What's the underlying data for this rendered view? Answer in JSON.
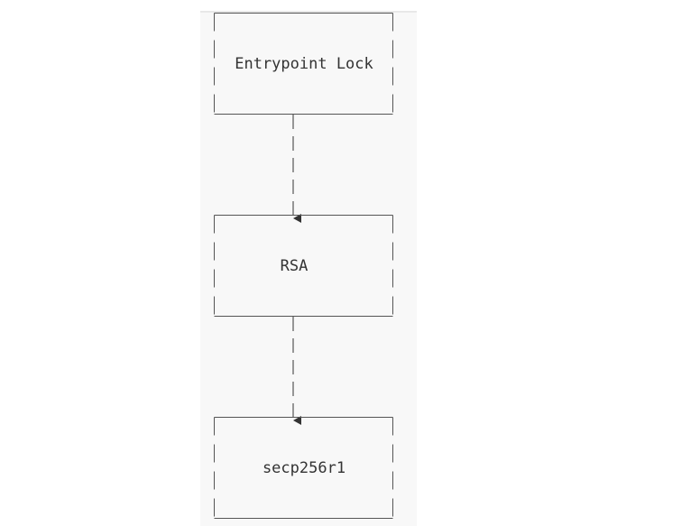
{
  "diagram": {
    "type": "flowchart",
    "nodes": [
      {
        "id": "entrypoint-lock",
        "label": "Entrypoint Lock"
      },
      {
        "id": "rsa",
        "label": "RSA"
      },
      {
        "id": "secp256r1",
        "label": "secp256r1"
      }
    ],
    "edges": [
      {
        "from": "entrypoint-lock",
        "to": "rsa"
      },
      {
        "from": "rsa",
        "to": "secp256r1"
      }
    ]
  },
  "colors": {
    "panel_background": "#f8f8f8",
    "stroke": "#333333",
    "text": "#333333"
  }
}
